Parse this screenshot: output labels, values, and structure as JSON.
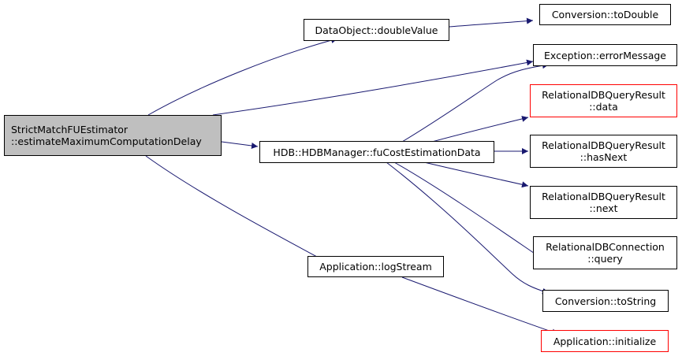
{
  "diagram": {
    "colors": {
      "edge": "#191970",
      "border": "#000000",
      "missing_border": "#ff0000",
      "root_fill": "#bfbfbf",
      "node_fill": "#ffffff"
    },
    "nodes": {
      "root": {
        "line1": "StrictMatchFUEstimator",
        "line2": "::estimateMaximumComputationDelay"
      },
      "dataobject_doublevalue": {
        "line1": "DataObject::doubleValue"
      },
      "conversion_todouble": {
        "line1": "Conversion::toDouble"
      },
      "exception_errormessage": {
        "line1": "Exception::errorMessage"
      },
      "rdbqr_data": {
        "line1": "RelationalDBQueryResult",
        "line2": "::data"
      },
      "hdb_fucostestimationdata": {
        "line1": "HDB::HDBManager::fuCostEstimationData"
      },
      "rdbqr_hasnext": {
        "line1": "RelationalDBQueryResult",
        "line2": "::hasNext"
      },
      "rdbqr_next": {
        "line1": "RelationalDBQueryResult",
        "line2": "::next"
      },
      "rdbconnection_query": {
        "line1": "RelationalDBConnection",
        "line2": "::query"
      },
      "application_logstream": {
        "line1": "Application::logStream"
      },
      "conversion_tostring": {
        "line1": "Conversion::toString"
      },
      "application_initialize": {
        "line1": "Application::initialize"
      }
    },
    "edges": [
      {
        "from": "root",
        "to": "dataobject_doublevalue"
      },
      {
        "from": "root",
        "to": "exception_errormessage"
      },
      {
        "from": "root",
        "to": "hdb_fucostestimationdata"
      },
      {
        "from": "root",
        "to": "application_logstream"
      },
      {
        "from": "dataobject_doublevalue",
        "to": "conversion_todouble"
      },
      {
        "from": "hdb_fucostestimationdata",
        "to": "exception_errormessage"
      },
      {
        "from": "hdb_fucostestimationdata",
        "to": "rdbqr_data"
      },
      {
        "from": "hdb_fucostestimationdata",
        "to": "rdbqr_hasnext"
      },
      {
        "from": "hdb_fucostestimationdata",
        "to": "rdbqr_next"
      },
      {
        "from": "hdb_fucostestimationdata",
        "to": "rdbconnection_query"
      },
      {
        "from": "hdb_fucostestimationdata",
        "to": "conversion_tostring"
      },
      {
        "from": "application_logstream",
        "to": "application_initialize"
      }
    ]
  }
}
